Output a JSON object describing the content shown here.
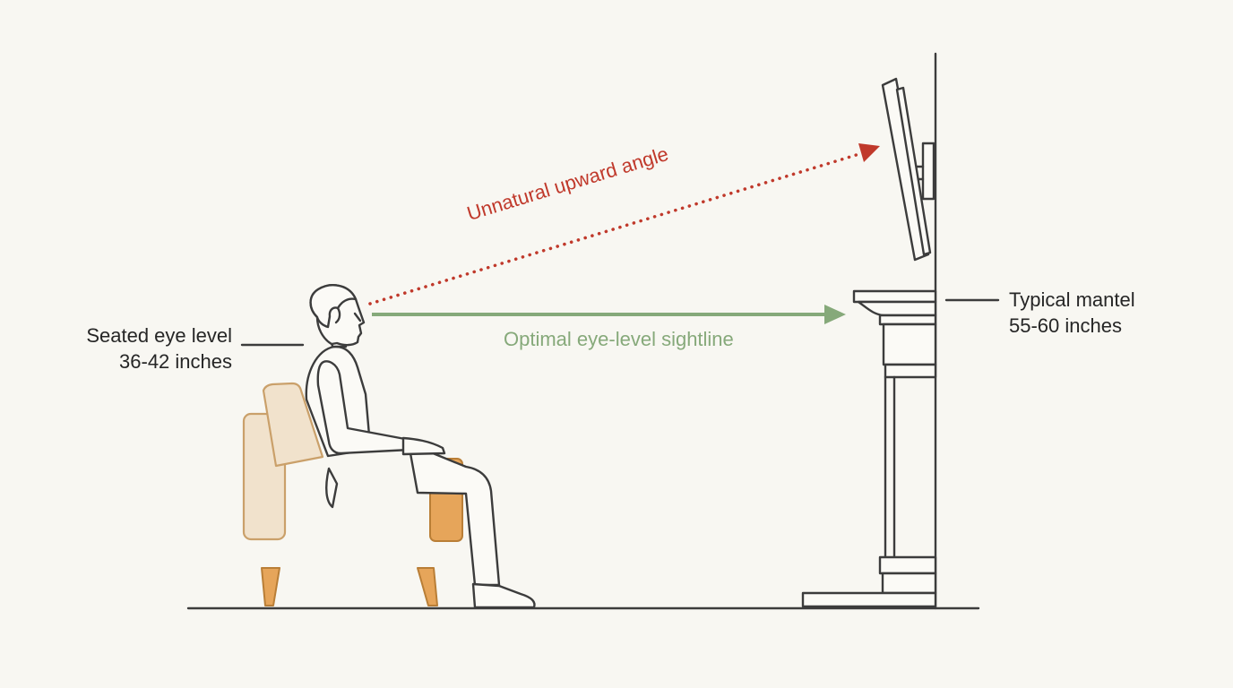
{
  "labels": {
    "seated_eye_level": "Seated eye level",
    "seated_eye_height": "36-42 inches",
    "typical_mantel": "Typical mantel",
    "mantel_height": "55-60 inches",
    "upward_angle": "Unnatural upward angle",
    "optimal_sightline": "Optimal eye-level sightline"
  },
  "colors": {
    "background": "#f8f7f2",
    "line": "#3c3c3c",
    "upward_arrow": "#c0392b",
    "sightline_arrow": "#86a97a",
    "chair_wood": "#e6a55a",
    "cushion": "#f1e2cc"
  }
}
